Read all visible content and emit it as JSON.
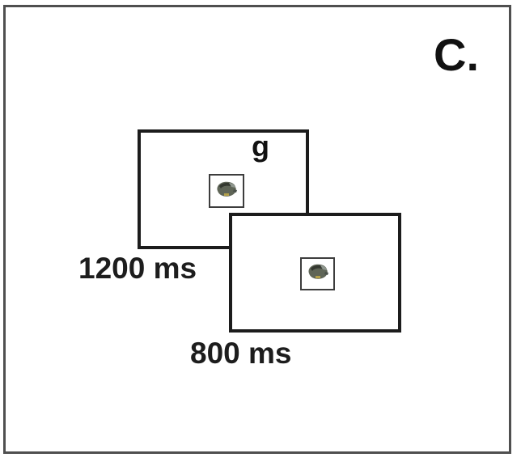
{
  "figure": {
    "panel_label": "C.",
    "trial": {
      "study_screen": {
        "letter_cue": "g",
        "duration": "1200 ms",
        "stimulus": "small framed grayscale object picture at screen center"
      },
      "test_screen": {
        "duration": "800 ms",
        "stimulus": "small framed grayscale object picture at screen center"
      }
    }
  },
  "icons": {
    "stimulus_icon": "stimulus-picture-icon"
  },
  "colors": {
    "panel_border": "#4f4f4f",
    "screen_border": "#1c1c1c",
    "stimulus_frame": "#3d3d3d",
    "text": "#1a1a1a",
    "background": "#ffffff",
    "stimulus_body": "#5f6557",
    "stimulus_shadow": "#343830",
    "stimulus_highlight": "#8f978f",
    "stimulus_accent": "#b3a04a"
  }
}
